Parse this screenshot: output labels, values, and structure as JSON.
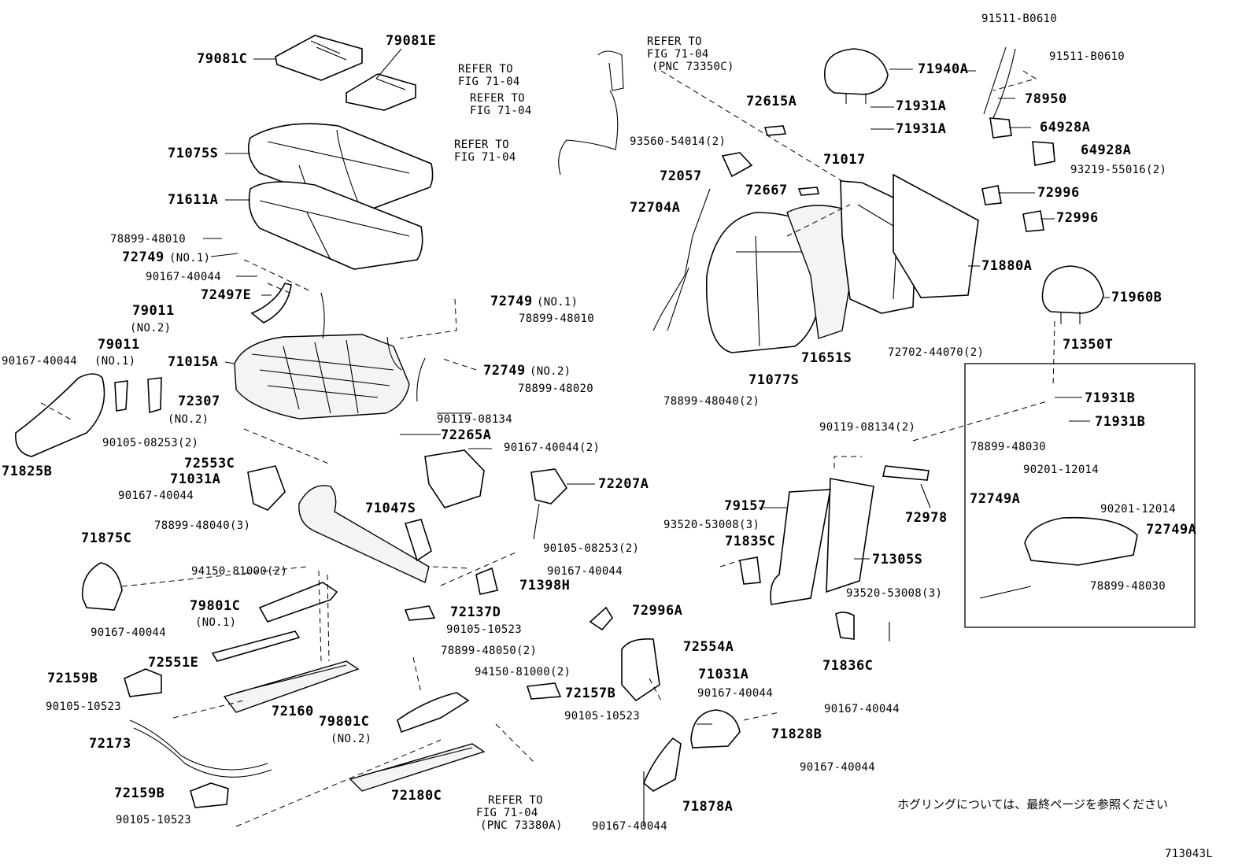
{
  "diagram": {
    "footnote_jp": "ホグリングについては、最終ページを参照ください",
    "figure_id": "713043L",
    "parts": [
      {
        "id": "p-79081C",
        "text": "79081C",
        "size": "big"
      },
      {
        "id": "p-79081E",
        "text": "79081E",
        "size": "big"
      },
      {
        "id": "p-71075S",
        "text": "71075S",
        "size": "big"
      },
      {
        "id": "p-71611A",
        "text": "71611A",
        "size": "big"
      },
      {
        "id": "p-78899-48010a",
        "text": "78899-48010",
        "size": "sm"
      },
      {
        "id": "p-72749-no1a",
        "text": "72749",
        "size": "big"
      },
      {
        "id": "p-72749-no1a-note",
        "text": "(NO.1)",
        "size": "sm"
      },
      {
        "id": "p-90167-40044a",
        "text": "90167-40044",
        "size": "sm"
      },
      {
        "id": "p-72497E",
        "text": "72497E",
        "size": "big"
      },
      {
        "id": "p-79011-no2",
        "text": "79011",
        "size": "big"
      },
      {
        "id": "p-79011-no2-note",
        "text": "(NO.2)",
        "size": "sm"
      },
      {
        "id": "p-79011-no1",
        "text": "79011",
        "size": "big"
      },
      {
        "id": "p-90167-40044b",
        "text": "90167-40044",
        "size": "sm"
      },
      {
        "id": "p-79011-no1-note",
        "text": "(NO.1)",
        "size": "sm"
      },
      {
        "id": "p-71015A",
        "text": "71015A",
        "size": "big"
      },
      {
        "id": "p-72307",
        "text": "72307",
        "size": "big"
      },
      {
        "id": "p-72307-note",
        "text": "(NO.2)",
        "size": "sm"
      },
      {
        "id": "p-90105-08253a",
        "text": "90105-08253(2)",
        "size": "sm"
      },
      {
        "id": "p-71825B",
        "text": "71825B",
        "size": "big"
      },
      {
        "id": "p-72553C",
        "text": "72553C",
        "size": "big"
      },
      {
        "id": "p-71031A-a",
        "text": "71031A",
        "size": "big"
      },
      {
        "id": "p-90167-40044c",
        "text": "90167-40044",
        "size": "sm"
      },
      {
        "id": "p-78899-48040-3",
        "text": "78899-48040(3)",
        "size": "sm"
      },
      {
        "id": "p-71047S",
        "text": "71047S",
        "size": "big"
      },
      {
        "id": "p-72749-no1b",
        "text": "72749",
        "size": "big"
      },
      {
        "id": "p-72749-no1b-note",
        "text": "(NO.1)",
        "size": "sm"
      },
      {
        "id": "p-78899-48010b",
        "text": "78899-48010",
        "size": "sm"
      },
      {
        "id": "p-72749-no2",
        "text": "72749",
        "size": "big"
      },
      {
        "id": "p-72749-no2-note",
        "text": "(NO.2)",
        "size": "sm"
      },
      {
        "id": "p-78899-48020",
        "text": "78899-48020",
        "size": "sm"
      },
      {
        "id": "p-90119-08134a",
        "text": "90119-08134",
        "size": "sm"
      },
      {
        "id": "p-72265A",
        "text": "72265A",
        "size": "big"
      },
      {
        "id": "p-90167-40044-2a",
        "text": "90167-40044(2)",
        "size": "sm"
      },
      {
        "id": "p-72207A",
        "text": "72207A",
        "size": "big"
      },
      {
        "id": "p-90105-08253b",
        "text": "90105-08253(2)",
        "size": "sm"
      },
      {
        "id": "p-90167-40044d",
        "text": "90167-40044",
        "size": "sm"
      },
      {
        "id": "p-71398H",
        "text": "71398H",
        "size": "big"
      },
      {
        "id": "p-71875C",
        "text": "71875C",
        "size": "big"
      },
      {
        "id": "p-94150-81000a",
        "text": "94150-81000(2)",
        "size": "sm"
      },
      {
        "id": "p-90167-40044e",
        "text": "90167-40044",
        "size": "sm"
      },
      {
        "id": "p-79801C-no1",
        "text": "79801C",
        "size": "big"
      },
      {
        "id": "p-79801C-no1-note",
        "text": "(NO.1)",
        "size": "sm"
      },
      {
        "id": "p-72137D",
        "text": "72137D",
        "size": "big"
      },
      {
        "id": "p-90105-10523a",
        "text": "90105-10523",
        "size": "sm"
      },
      {
        "id": "p-72551E",
        "text": "72551E",
        "size": "big"
      },
      {
        "id": "p-78899-48050",
        "text": "78899-48050(2)",
        "size": "sm"
      },
      {
        "id": "p-72159B-a",
        "text": "72159B",
        "size": "big"
      },
      {
        "id": "p-94150-81000b",
        "text": "94150-81000(2)",
        "size": "sm"
      },
      {
        "id": "p-90105-10523b",
        "text": "90105-10523",
        "size": "sm"
      },
      {
        "id": "p-72160",
        "text": "72160",
        "size": "big"
      },
      {
        "id": "p-72157B",
        "text": "72157B",
        "size": "big"
      },
      {
        "id": "p-79801C-no2",
        "text": "79801C",
        "size": "big"
      },
      {
        "id": "p-79801C-no2-note",
        "text": "(NO.2)",
        "size": "sm"
      },
      {
        "id": "p-90105-10523c",
        "text": "90105-10523",
        "size": "sm"
      },
      {
        "id": "p-72173",
        "text": "72173",
        "size": "big"
      },
      {
        "id": "p-72159B-b",
        "text": "72159B",
        "size": "big"
      },
      {
        "id": "p-72180C",
        "text": "72180C",
        "size": "big"
      },
      {
        "id": "p-90105-10523d",
        "text": "90105-10523",
        "size": "sm"
      },
      {
        "id": "p-refer-a1",
        "text": "REFER TO",
        "size": "sm"
      },
      {
        "id": "p-refer-a2",
        "text": "FIG 71-04",
        "size": "sm"
      },
      {
        "id": "p-refer-a3",
        "text": "(PNC 73380A)",
        "size": "sm"
      },
      {
        "id": "p-90167-40044f",
        "text": "90167-40044",
        "size": "sm"
      },
      {
        "id": "p-72554A",
        "text": "72554A",
        "size": "big"
      },
      {
        "id": "p-71031A-b",
        "text": "71031A",
        "size": "big"
      },
      {
        "id": "p-90167-40044g",
        "text": "90167-40044",
        "size": "sm"
      },
      {
        "id": "p-90167-40044h",
        "text": "90167-40044",
        "size": "sm"
      },
      {
        "id": "p-71828B",
        "text": "71828B",
        "size": "big"
      },
      {
        "id": "p-90167-40044i",
        "text": "90167-40044",
        "size": "sm"
      },
      {
        "id": "p-71878A",
        "text": "71878A",
        "size": "big"
      },
      {
        "id": "p-72996A",
        "text": "72996A",
        "size": "big"
      },
      {
        "id": "p-refer-b1",
        "text": "REFER TO",
        "size": "sm"
      },
      {
        "id": "p-refer-b2",
        "text": "FIG 71-04",
        "size": "sm"
      },
      {
        "id": "p-refer-b3",
        "text": "(PNC 73350C)",
        "size": "sm"
      },
      {
        "id": "p-refer-c1",
        "text": "REFER TO",
        "size": "sm"
      },
      {
        "id": "p-refer-c2",
        "text": "FIG 71-04",
        "size": "sm"
      },
      {
        "id": "p-refer-d1",
        "text": "REFER TO",
        "size": "sm"
      },
      {
        "id": "p-refer-d2",
        "text": "FIG 71-04",
        "size": "sm"
      },
      {
        "id": "p-refer-e1",
        "text": "REFER TO",
        "size": "sm"
      },
      {
        "id": "p-refer-e2",
        "text": "FIG 71-04",
        "size": "sm"
      },
      {
        "id": "p-72615A",
        "text": "72615A",
        "size": "big"
      },
      {
        "id": "p-93560-54014",
        "text": "93560-54014(2)",
        "size": "sm"
      },
      {
        "id": "p-72057",
        "text": "72057",
        "size": "big"
      },
      {
        "id": "p-72667",
        "text": "72667",
        "size": "big"
      },
      {
        "id": "p-71017",
        "text": "71017",
        "size": "big"
      },
      {
        "id": "p-72704A",
        "text": "72704A",
        "size": "big"
      },
      {
        "id": "p-78899-48040-2",
        "text": "78899-48040(2)",
        "size": "sm"
      },
      {
        "id": "p-71077S",
        "text": "71077S",
        "size": "big"
      },
      {
        "id": "p-71651S",
        "text": "71651S",
        "size": "big"
      },
      {
        "id": "p-72702-44070",
        "text": "72702-44070(2)",
        "size": "sm"
      },
      {
        "id": "p-71940A",
        "text": "71940A",
        "size": "big"
      },
      {
        "id": "p-71931A-a",
        "text": "71931A",
        "size": "big"
      },
      {
        "id": "p-71931A-b",
        "text": "71931A",
        "size": "big"
      },
      {
        "id": "p-91511-B0610a",
        "text": "91511-B0610",
        "size": "sm"
      },
      {
        "id": "p-91511-B0610b",
        "text": "91511-B0610",
        "size": "sm"
      },
      {
        "id": "p-78950",
        "text": "78950",
        "size": "big"
      },
      {
        "id": "p-64928A-a",
        "text": "64928A",
        "size": "big"
      },
      {
        "id": "p-64928A-b",
        "text": "64928A",
        "size": "big"
      },
      {
        "id": "p-93219-55016",
        "text": "93219-55016(2)",
        "size": "sm"
      },
      {
        "id": "p-72996-a",
        "text": "72996",
        "size": "big"
      },
      {
        "id": "p-72996-b",
        "text": "72996",
        "size": "big"
      },
      {
        "id": "p-71880A",
        "text": "71880A",
        "size": "big"
      },
      {
        "id": "p-71960B",
        "text": "71960B",
        "size": "big"
      },
      {
        "id": "p-71350T",
        "text": "71350T",
        "size": "big"
      },
      {
        "id": "p-71931B-a",
        "text": "71931B",
        "size": "big"
      },
      {
        "id": "p-71931B-b",
        "text": "71931B",
        "size": "big"
      },
      {
        "id": "p-78899-48030a",
        "text": "78899-48030",
        "size": "sm"
      },
      {
        "id": "p-90201-12014a",
        "text": "90201-12014",
        "size": "sm"
      },
      {
        "id": "p-72749A-a",
        "text": "72749A",
        "size": "big"
      },
      {
        "id": "p-90201-12014b",
        "text": "90201-12014",
        "size": "sm"
      },
      {
        "id": "p-72749A-b",
        "text": "72749A",
        "size": "big"
      },
      {
        "id": "p-78899-48030b",
        "text": "78899-48030",
        "size": "sm"
      },
      {
        "id": "p-90119-08134b",
        "text": "90119-08134(2)",
        "size": "sm"
      },
      {
        "id": "p-79157",
        "text": "79157",
        "size": "big"
      },
      {
        "id": "p-72978",
        "text": "72978",
        "size": "big"
      },
      {
        "id": "p-93520-53008a",
        "text": "93520-53008(3)",
        "size": "sm"
      },
      {
        "id": "p-71835C",
        "text": "71835C",
        "size": "big"
      },
      {
        "id": "p-71305S",
        "text": "71305S",
        "size": "big"
      },
      {
        "id": "p-93520-53008b",
        "text": "93520-53008(3)",
        "size": "sm"
      },
      {
        "id": "p-71836C",
        "text": "71836C",
        "size": "big"
      }
    ]
  }
}
